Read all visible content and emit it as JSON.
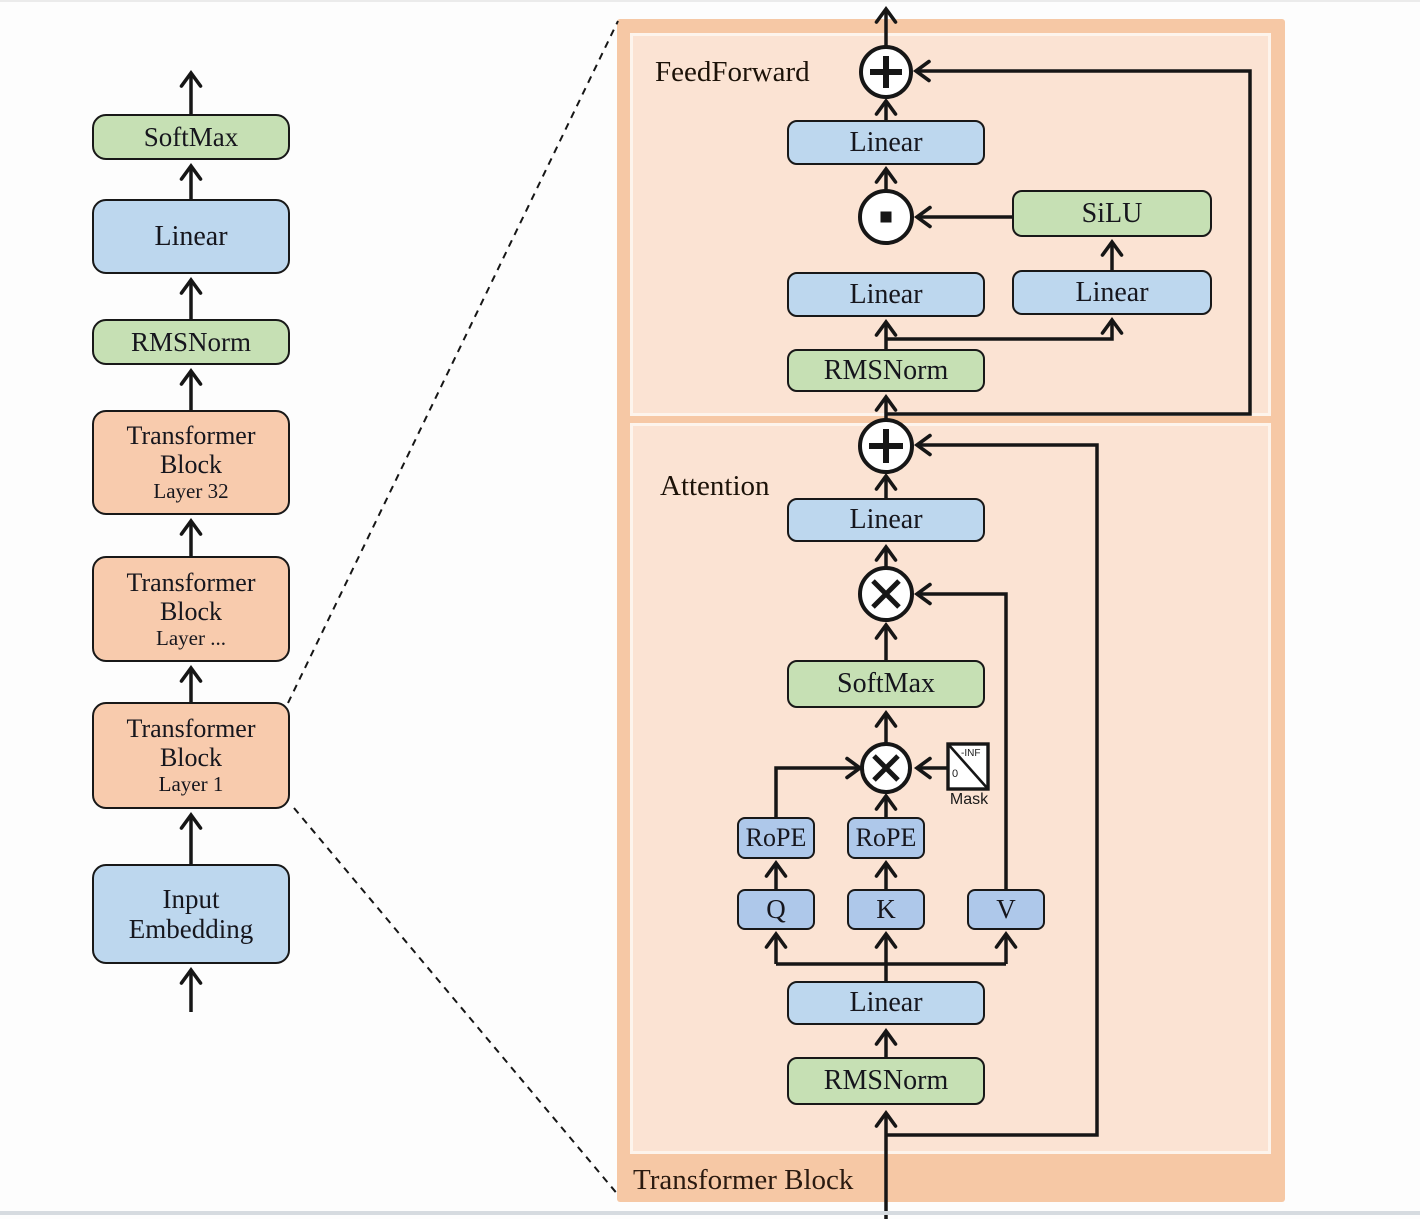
{
  "overview": {
    "blocks": [
      {
        "label": "SoftMax",
        "color": "green"
      },
      {
        "label": "Linear",
        "color": "blue"
      },
      {
        "label": "RMSNorm",
        "color": "green"
      },
      {
        "label": "Transformer Block",
        "sublabel": "Layer 32",
        "color": "orange"
      },
      {
        "label": "Transformer Block",
        "sublabel": "Layer ...",
        "color": "orange"
      },
      {
        "label": "Transformer Block",
        "sublabel": "Layer 1",
        "color": "orange"
      },
      {
        "label": "Input Embedding",
        "color": "blue"
      }
    ]
  },
  "detail": {
    "panel_label": "Transformer Block",
    "feedforward": {
      "label": "FeedForward",
      "linear_out": "Linear",
      "linear_gate": "Linear",
      "linear_up": "Linear",
      "silu": "SiLU",
      "rmsnorm": "RMSNorm"
    },
    "attention": {
      "label": "Attention",
      "linear_out": "Linear",
      "softmax": "SoftMax",
      "rope_q": "RoPE",
      "rope_k": "RoPE",
      "q": "Q",
      "k": "K",
      "v": "V",
      "linear_in": "Linear",
      "rmsnorm": "RMSNorm",
      "mask": {
        "label": "Mask",
        "top_right": "-INF",
        "bottom_left": "0"
      }
    },
    "operators": {
      "add": "+",
      "matmul": "×",
      "elementwise_dot": "·"
    }
  },
  "colors": {
    "panel_outer": "#f6c8a5",
    "panel_inner": "#fbe3d3",
    "box_blue": "#bdd7ee",
    "box_blue_deep": "#aec8ea",
    "box_green": "#c6e0b4",
    "box_orange": "#f8cbad",
    "line": "#161616"
  }
}
